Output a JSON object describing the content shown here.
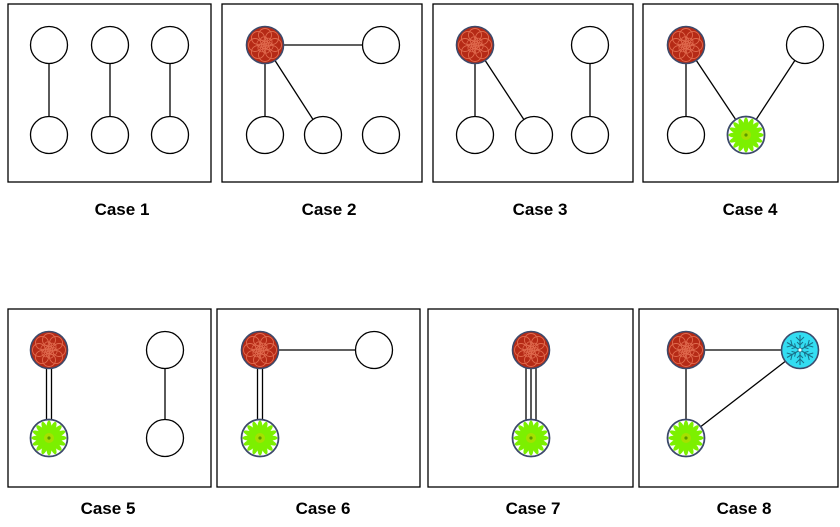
{
  "colors": {
    "rose": "#b52a16",
    "rose_line": "#e06a4e",
    "rose_ring": "#3d4a6b",
    "flower_green": "#7cf000",
    "flower_center": "#a6e000",
    "flower_ring": "#3d4a6b",
    "snow_blue": "#33ddf2",
    "snow_line": "#1a6f88",
    "node_empty": "#ffffff"
  },
  "icon_names": {
    "rose": "rose-node-icon",
    "flower": "daisy-node-icon",
    "snowflake": "snowflake-node-icon",
    "empty": "empty-node"
  },
  "cases": [
    {
      "label": "Case 1",
      "nodes": [
        "empty",
        "empty",
        "empty",
        "empty",
        "empty",
        "empty"
      ],
      "edges": [
        [
          0,
          3,
          1
        ],
        [
          1,
          4,
          1
        ],
        [
          2,
          5,
          1
        ]
      ]
    },
    {
      "label": "Case 2",
      "nodes": [
        "rose",
        "empty",
        "empty",
        "empty",
        "empty"
      ],
      "edges": [
        [
          0,
          1,
          1
        ],
        [
          0,
          2,
          1
        ],
        [
          0,
          3,
          1
        ]
      ]
    },
    {
      "label": "Case 3",
      "nodes": [
        "rose",
        "empty",
        "empty",
        "empty",
        "empty"
      ],
      "edges": [
        [
          0,
          2,
          1
        ],
        [
          0,
          3,
          1
        ],
        [
          1,
          4,
          1
        ]
      ]
    },
    {
      "label": "Case 4",
      "nodes": [
        "rose",
        "empty",
        "empty",
        "flower"
      ],
      "edges": [
        [
          0,
          2,
          1
        ],
        [
          0,
          3,
          1
        ],
        [
          1,
          3,
          1
        ]
      ]
    },
    {
      "label": "Case 5",
      "nodes": [
        "rose",
        "empty",
        "flower",
        "empty"
      ],
      "edges": [
        [
          0,
          2,
          2
        ],
        [
          1,
          3,
          1
        ]
      ]
    },
    {
      "label": "Case 6",
      "nodes": [
        "rose",
        "empty",
        "flower"
      ],
      "edges": [
        [
          0,
          1,
          1
        ],
        [
          0,
          2,
          2
        ]
      ]
    },
    {
      "label": "Case 7",
      "nodes": [
        "rose",
        "flower"
      ],
      "edges": [
        [
          0,
          1,
          3
        ]
      ]
    },
    {
      "label": "Case 8",
      "nodes": [
        "rose",
        "snowflake",
        "flower"
      ],
      "edges": [
        [
          0,
          1,
          1
        ],
        [
          0,
          2,
          1
        ],
        [
          1,
          2,
          1
        ]
      ]
    }
  ]
}
